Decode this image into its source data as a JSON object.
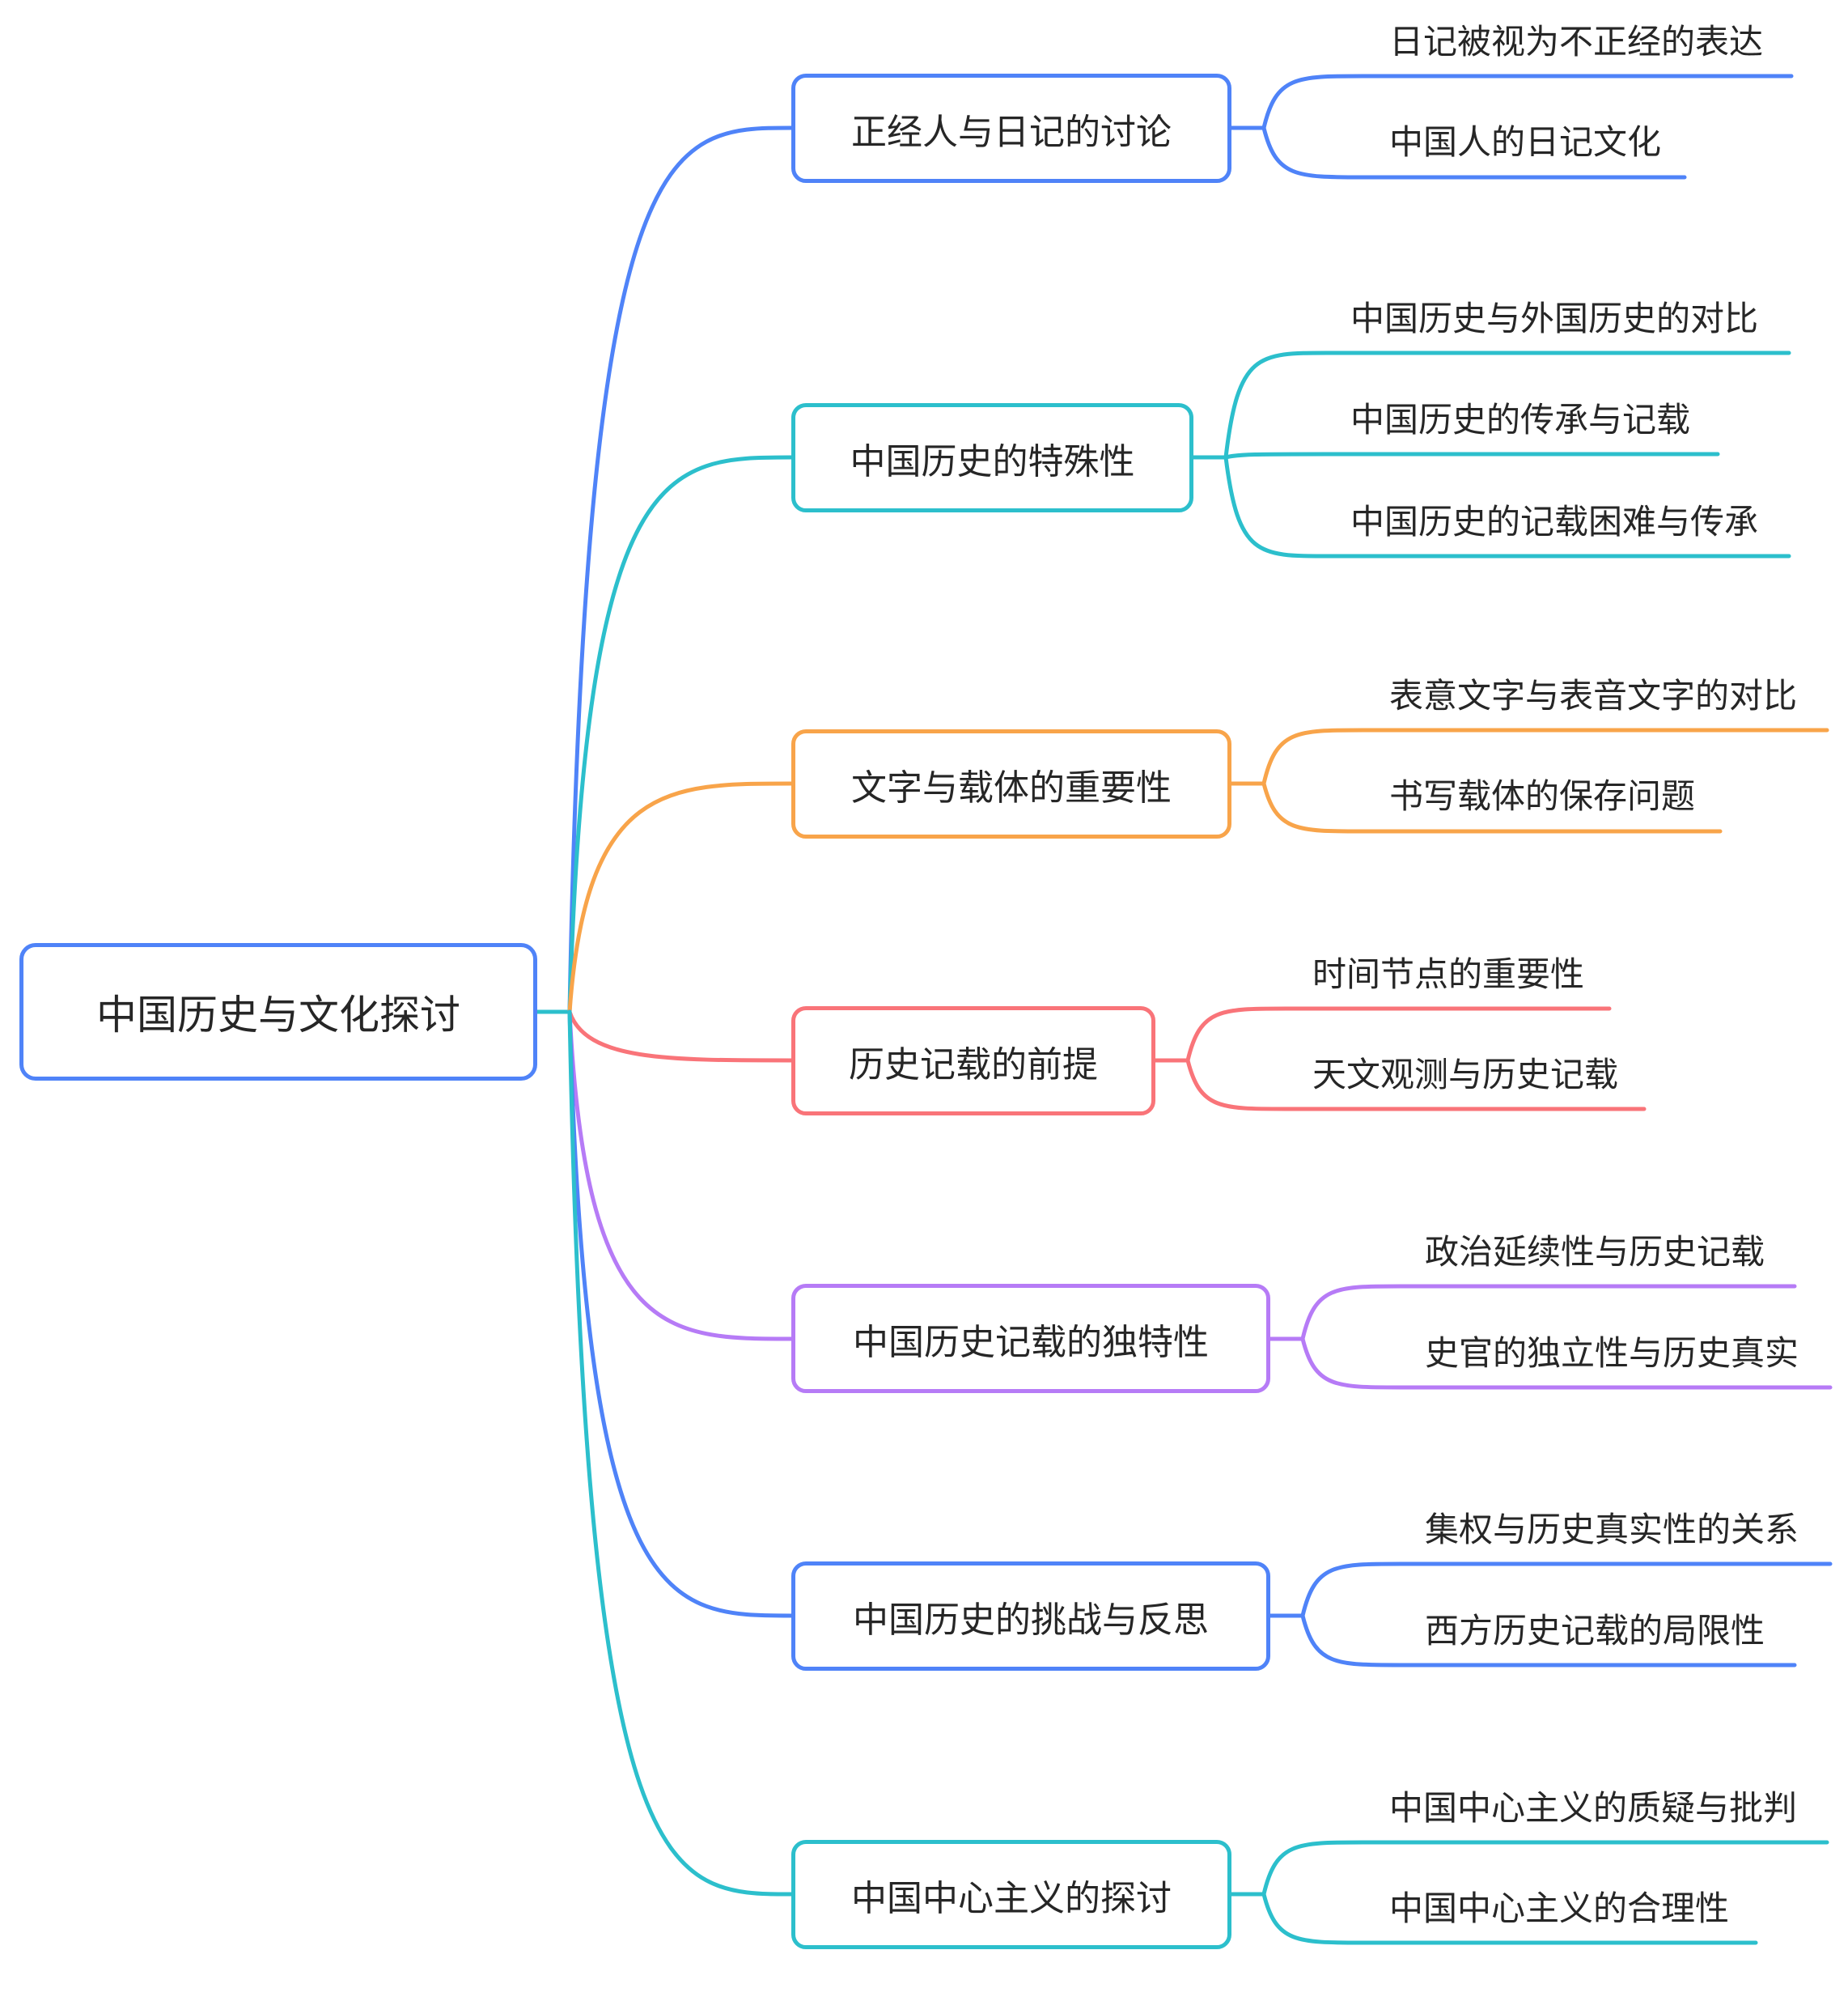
{
  "root": {
    "label": "中国历史与文化探讨",
    "color": "#4f83f8"
  },
  "branches": [
    {
      "label": "正经人与日记的讨论",
      "color": "#4f83f8",
      "children": [
        "日记被视为不正经的表达",
        "中国人的日记文化"
      ]
    },
    {
      "label": "中国历史的特殊性",
      "color": "#2cbfcc",
      "children": [
        "中国历史与外国历史的对比",
        "中国历史的传承与记载",
        "中国历史的记载困难与传承"
      ]
    },
    {
      "label": "文字与载体的重要性",
      "color": "#f8a44a",
      "children": [
        "表意文字与表音文字的对比",
        "书写载体的保存问题"
      ]
    },
    {
      "label": "历史记载的前提",
      "color": "#f97479",
      "children": [
        "时间节点的重要性",
        "天文观测与历史记载"
      ]
    },
    {
      "label": "中国历史记载的独特性",
      "color": "#b67bf6",
      "children": [
        "政治延续性与历史记载",
        "史官的独立性与历史真实"
      ]
    },
    {
      "label": "中国历史的挑战与反思",
      "color": "#4f83f8",
      "children": [
        "集权与历史真实性的关系",
        "西方历史记载的局限性"
      ]
    },
    {
      "label": "中国中心主义的探讨",
      "color": "#2cbfcc",
      "children": [
        "中国中心主义的质疑与批判",
        "中国中心主义的合理性"
      ]
    }
  ]
}
